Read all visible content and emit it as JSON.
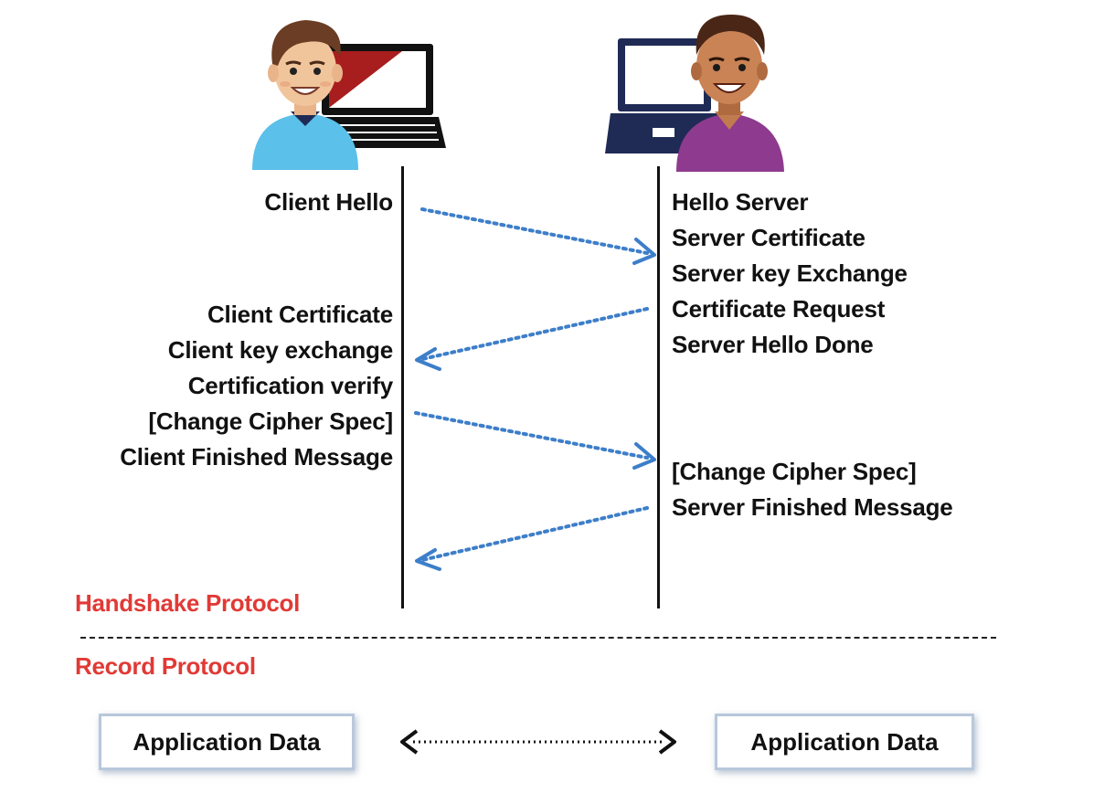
{
  "diagram": {
    "client_messages": {
      "first": "Client Hello",
      "second": [
        "Client Certificate",
        "Client key exchange",
        "Certification verify",
        "[Change Cipher Spec]",
        "Client Finished Message"
      ]
    },
    "server_messages": {
      "first": [
        "Hello Server",
        "Server Certificate",
        "Server key Exchange",
        "Certificate Request",
        "Server Hello Done"
      ],
      "second": [
        "[Change Cipher Spec]",
        "Server Finished Message"
      ]
    },
    "handshake_label": "Handshake Protocol",
    "record_label": "Record Protocol",
    "app_data_left": "Application Data",
    "app_data_right": "Application Data",
    "colors": {
      "protocol_label": "#e03a36",
      "arrow": "#3d7ec9",
      "client_shirt": "#5bc0ea",
      "server_shirt": "#8e3a8e",
      "laptop_screen_accent": "#a81e1e",
      "laptop_dark": "#1f2b55"
    },
    "icons": [
      "client-person-icon",
      "client-laptop-icon",
      "server-person-icon",
      "server-laptop-icon"
    ]
  }
}
